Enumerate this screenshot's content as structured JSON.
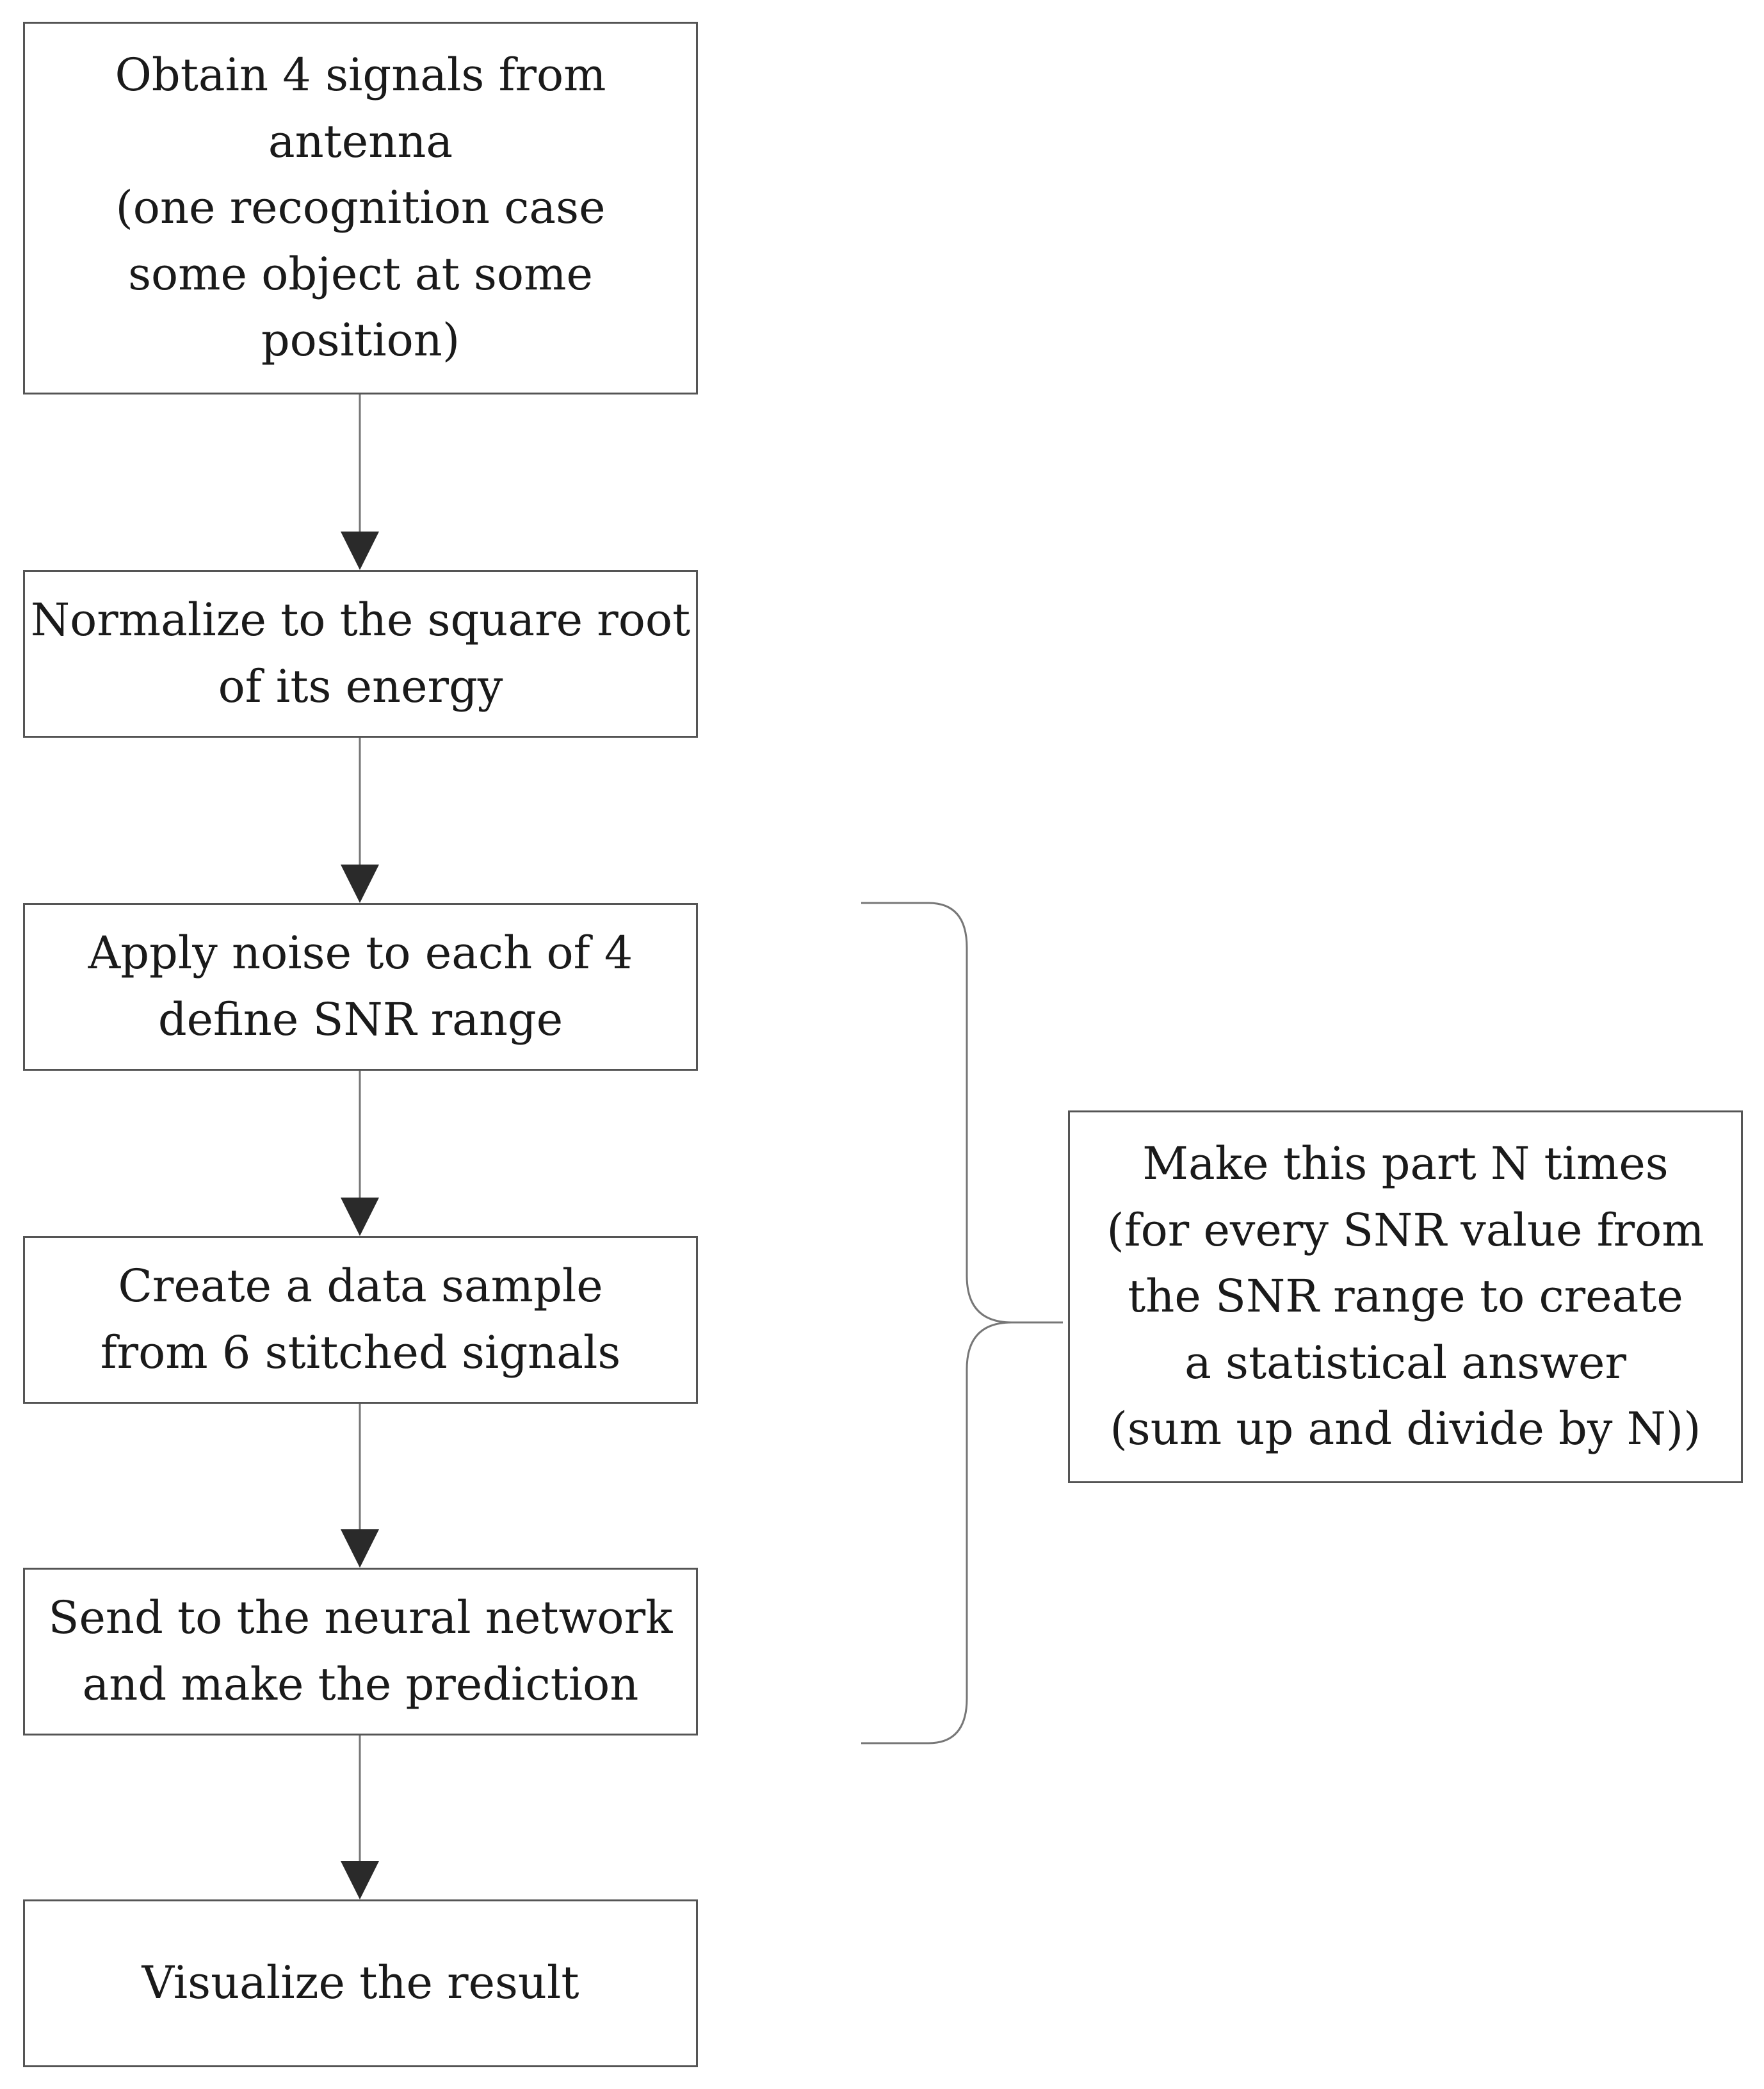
{
  "steps": [
    {
      "id": "obtain",
      "lines": [
        "Obtain 4 signals from",
        "antenna",
        "(one recognition case",
        "some object at some",
        "position)"
      ]
    },
    {
      "id": "normalize",
      "lines": [
        "Normalize to the square root",
        "of its energy"
      ]
    },
    {
      "id": "noise",
      "lines": [
        "Apply noise to each of 4",
        "define SNR range"
      ]
    },
    {
      "id": "sample",
      "lines": [
        "Create a data sample",
        "from 6 stitched signals"
      ]
    },
    {
      "id": "predict",
      "lines": [
        "Send to the neural network",
        "and make the prediction"
      ]
    },
    {
      "id": "visualize",
      "lines": [
        "Visualize the result"
      ]
    }
  ],
  "loop_note": {
    "lines": [
      "Make this part N times",
      "(for every SNR value from",
      "the SNR range to create",
      "a statistical answer",
      "(sum up and divide by N))"
    ]
  },
  "colors": {
    "box_border": "#555555",
    "connector": "#777777",
    "arrowhead": "#2a2a2a",
    "text": "#1a1a1a"
  }
}
